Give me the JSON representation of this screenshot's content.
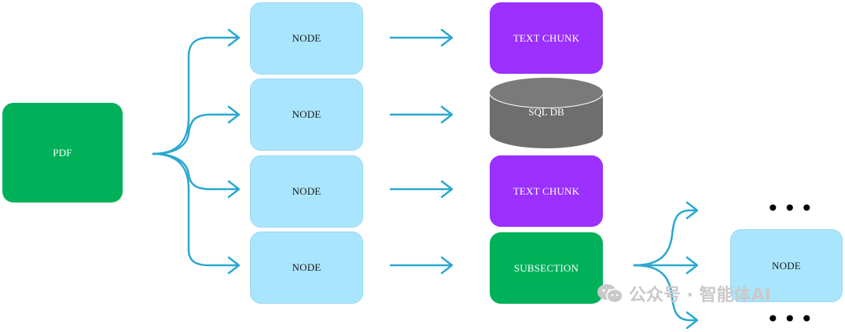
{
  "pdf_label": "PDF",
  "nodes": [
    "NODE",
    "NODE",
    "NODE",
    "NODE"
  ],
  "outputs": {
    "chunk1": "TEXT CHUNK",
    "db": "SQL DB",
    "chunk2": "TEXT CHUNK",
    "subsection": "SUBSECTION"
  },
  "sub_node": "NODE",
  "ellipsis": "•••",
  "watermark": "公众号 · 智能体AI",
  "colors": {
    "pdf": "#00b15a",
    "node": "#a9e6fd",
    "chunk": "#9b30ff",
    "db": "#6e6e6e",
    "subsection": "#00b15a",
    "arrow": "#2aa8cf"
  }
}
